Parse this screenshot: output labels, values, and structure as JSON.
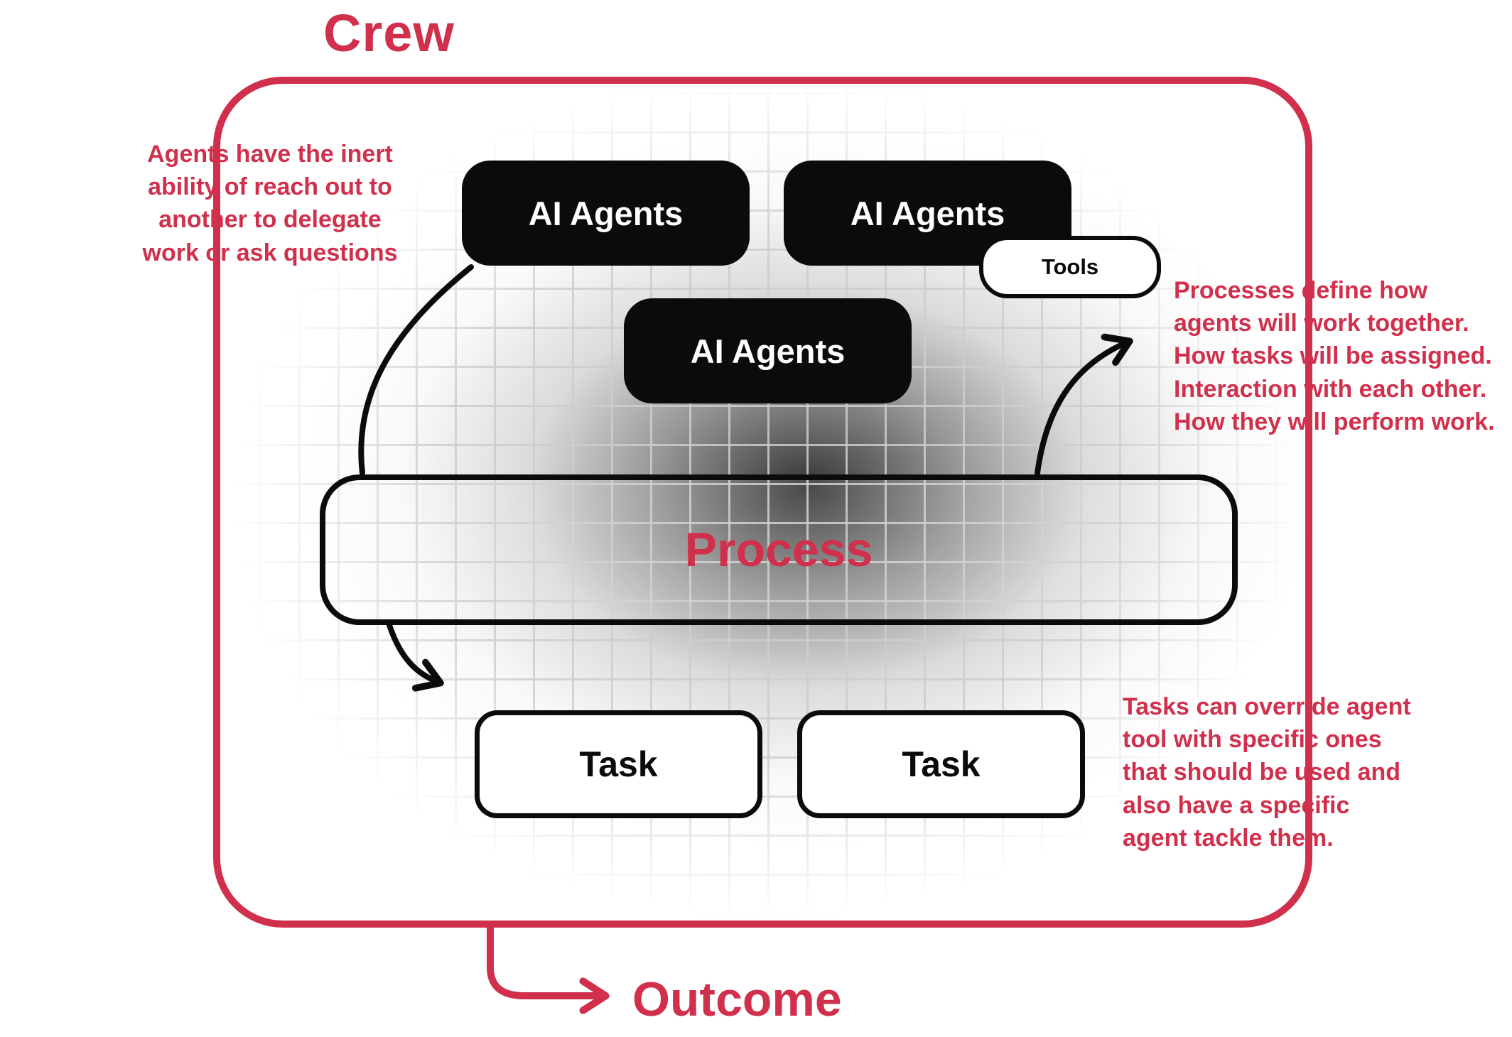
{
  "title": "Crew",
  "outcome_label": "Outcome",
  "colors": {
    "accent": "#d0304c",
    "ink": "#0b0b0b"
  },
  "boxes": {
    "agents": [
      {
        "label": "AI Agents"
      },
      {
        "label": "AI Agents"
      },
      {
        "label": "AI Agents"
      }
    ],
    "tools": {
      "label": "Tools"
    },
    "process": {
      "label": "Process"
    },
    "tasks": [
      {
        "label": "Task"
      },
      {
        "label": "Task"
      }
    ]
  },
  "annotations": {
    "left": "Agents have the inert\nability of reach out to\nanother to delegate\nwork or ask questions",
    "right_top": "Processes define how\nagents will work together.\nHow tasks will be assigned.\nInteraction with each other.\nHow they will perform work.",
    "right_bottom": "Tasks can override agent\ntool with specific ones\nthat should be used and\nalso have a specific\nagent tackle them."
  }
}
